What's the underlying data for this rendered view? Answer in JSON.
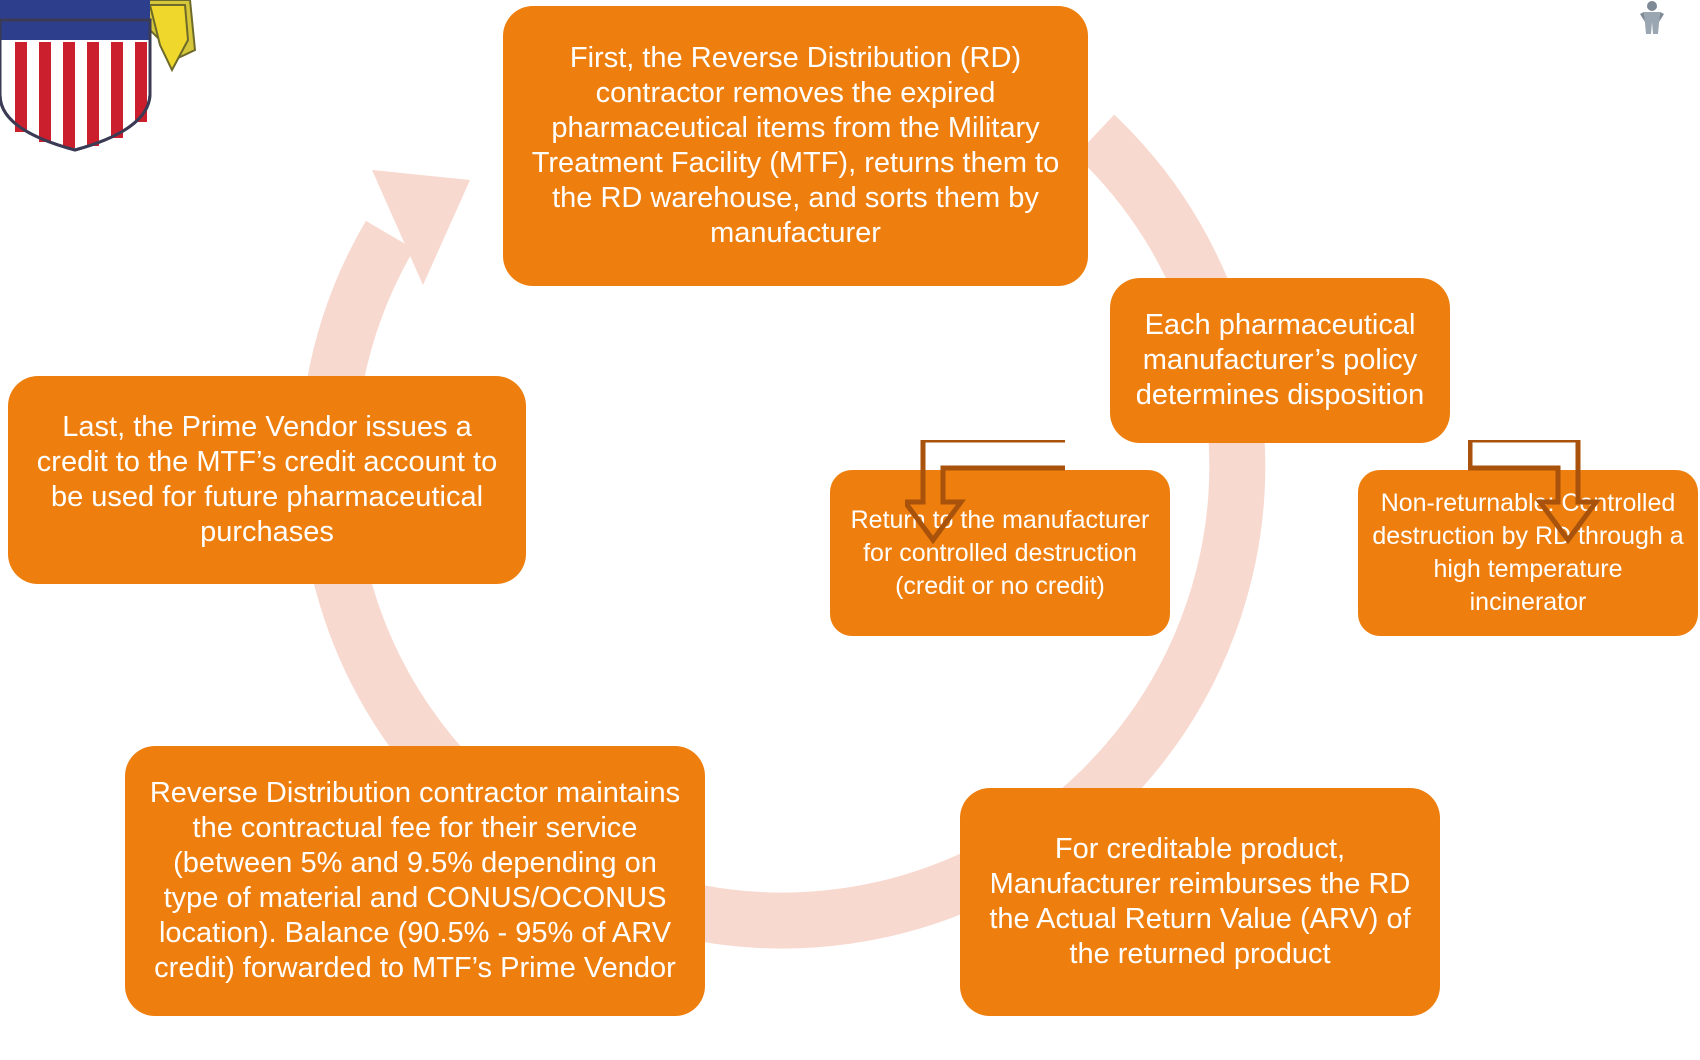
{
  "diagram": {
    "type": "cycle",
    "steps": [
      {
        "id": "step1",
        "text": "First, the Reverse Distribution (RD) contractor removes the expired pharmaceutical items from the Military Treatment Facility (MTF), returns them to the RD warehouse,  and sorts them by manufacturer"
      },
      {
        "id": "step2",
        "text": "Each pharmaceutical manufacturer’s policy determines disposition"
      },
      {
        "id": "step3",
        "text": "For creditable product, Manufacturer reimburses the RD the Actual Return Value (ARV) of the returned product"
      },
      {
        "id": "step4",
        "text": "Reverse Distribution contractor maintains the contractual fee for their service (between 5% and 9.5% depending on type of material and CONUS/OCONUS location).  Balance (90.5%  - 95% of ARV credit) forwarded to  MTF’s Prime Vendor"
      },
      {
        "id": "step5",
        "text": "Last, the Prime Vendor issues a credit to the MTF’s credit account to be used for future pharmaceutical purchases"
      }
    ],
    "branches": [
      {
        "id": "branch_return",
        "text": "Return to the manufacturer for controlled destruction (credit or no credit)"
      },
      {
        "id": "branch_nonreturn",
        "text": "Non-returnable: Controlled destruction by RD through a high temperature incinerator"
      }
    ]
  },
  "colors": {
    "box_fill": "#ee7f0e",
    "ring": "#f8d9cf",
    "arrow_outline": "#a8520b",
    "text": "#ffffff"
  },
  "icons": [
    "agency-seal-icon",
    "figure-icon",
    "down-arrow-icon"
  ]
}
